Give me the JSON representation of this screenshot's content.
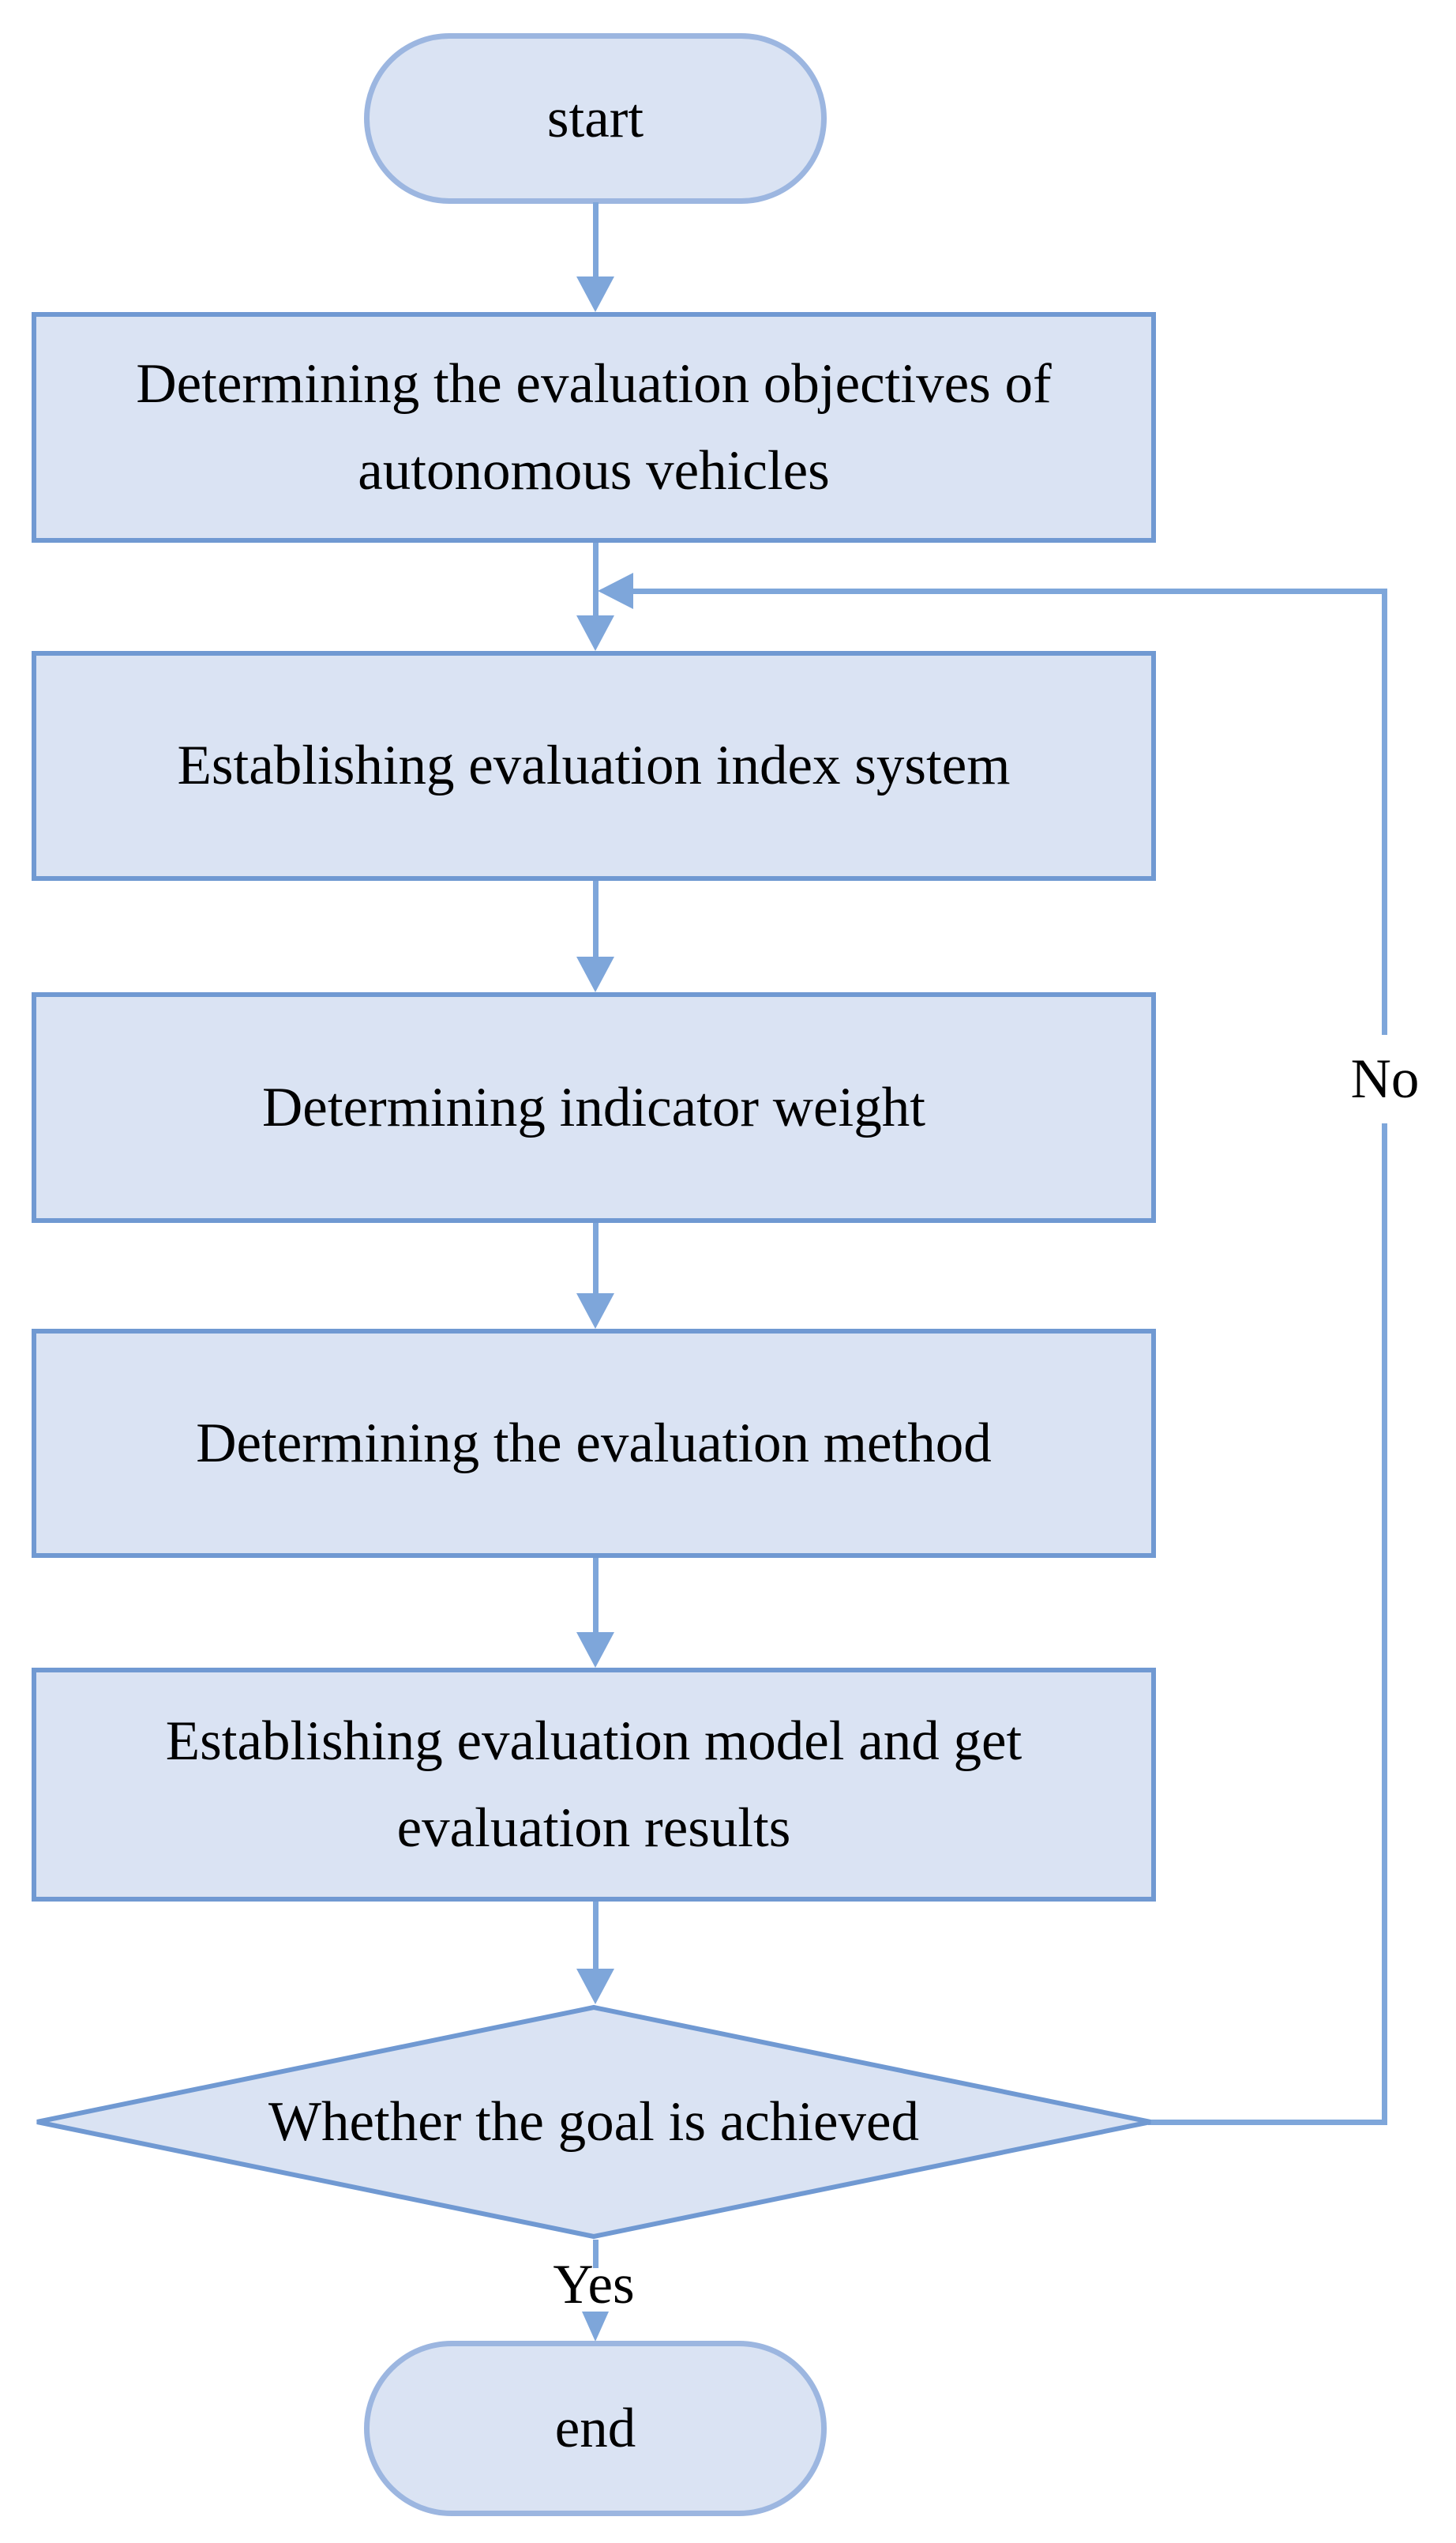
{
  "colors": {
    "shape_fill": "#dae3f3",
    "shape_border": "#7099d2",
    "terminator_border": "#9cb6e0",
    "connector": "#7ea6da",
    "text_color": "#000000",
    "canvas_bg": "#ffffff"
  },
  "nodes": {
    "start": {
      "label": "start"
    },
    "objectives": {
      "label": "Determining the evaluation objectives of autonomous vehicles"
    },
    "index_system": {
      "label": "Establishing evaluation index system"
    },
    "indicator_weight": {
      "label": "Determining indicator weight"
    },
    "evaluation_method": {
      "label": "Determining the evaluation method"
    },
    "evaluation_model": {
      "label": "Establishing evaluation model and get evaluation results"
    },
    "decision": {
      "label": "Whether the goal is achieved"
    },
    "end": {
      "label": "end"
    }
  },
  "edges": {
    "yes": {
      "label": "Yes"
    },
    "no": {
      "label": "No"
    }
  }
}
